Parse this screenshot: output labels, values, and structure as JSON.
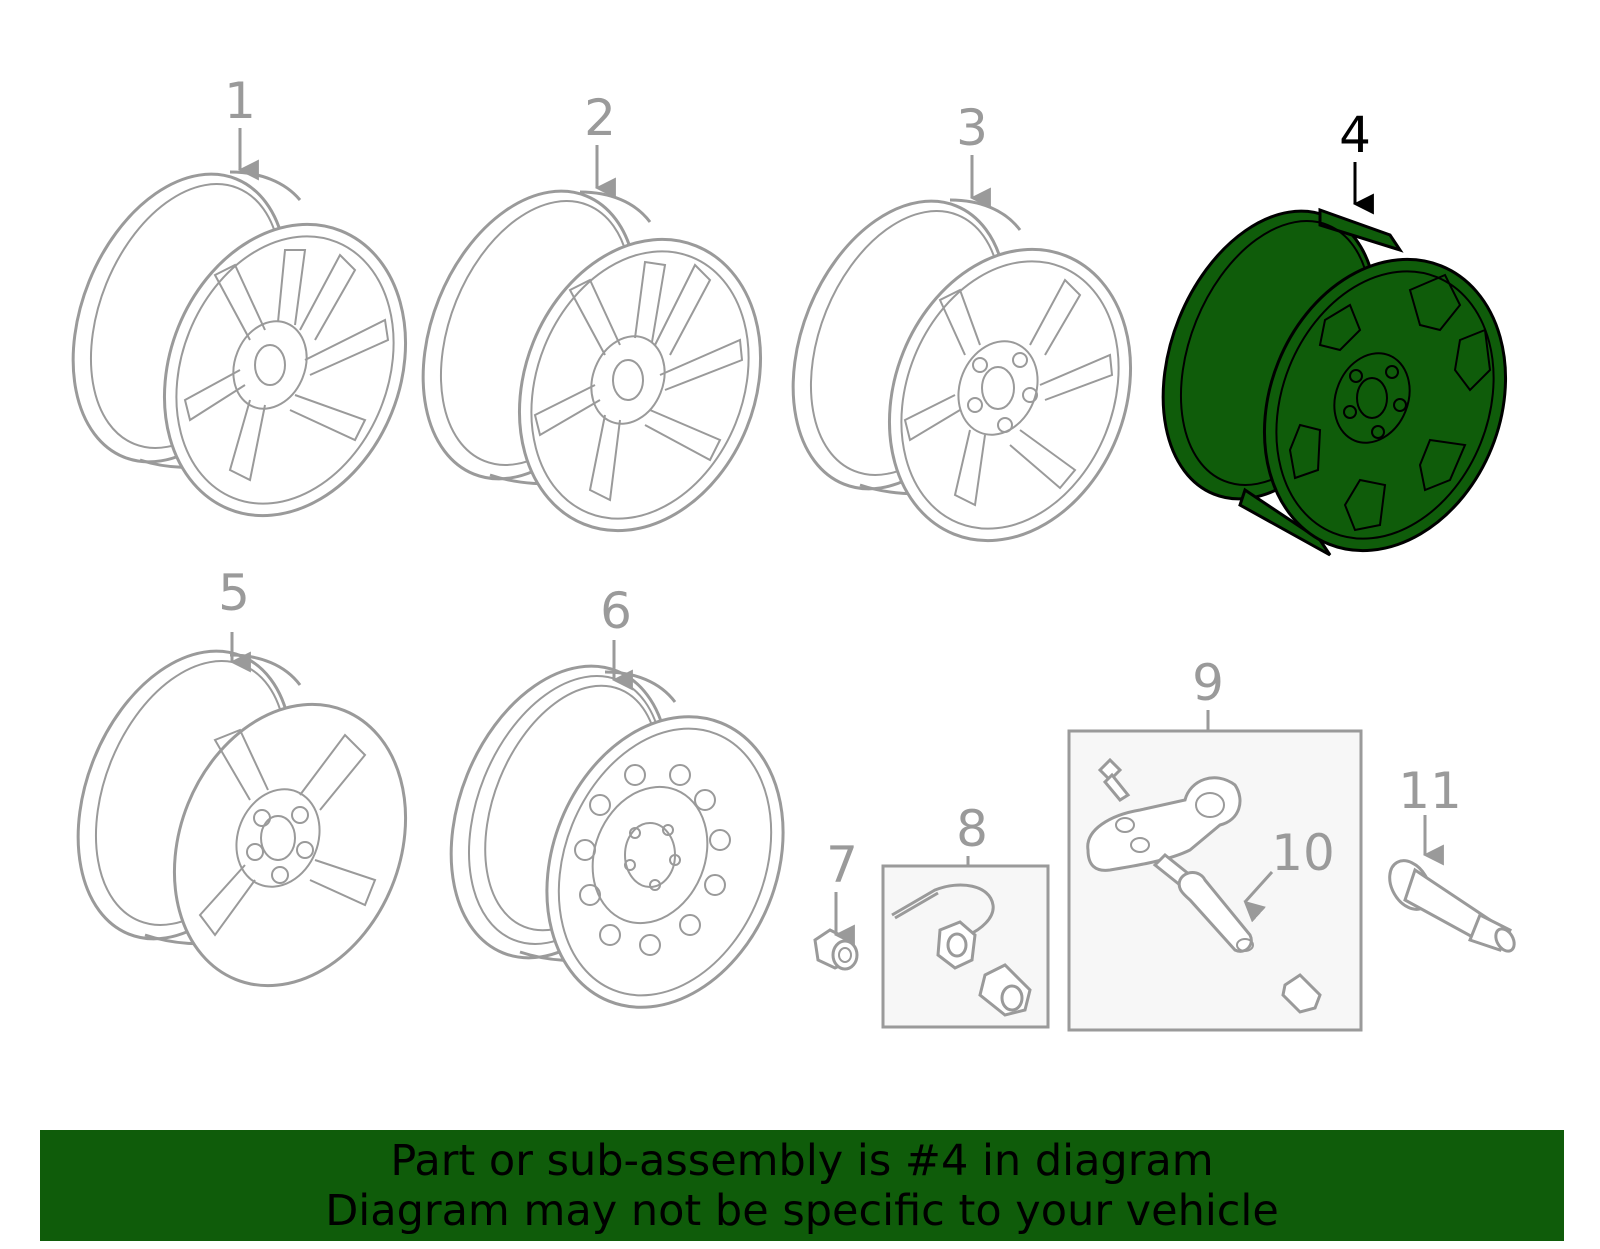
{
  "colors": {
    "line": "#9a9a9a",
    "highlight_fill": "#0f5c0a",
    "highlight_line": "#000000",
    "box_fill": "#f7f7f7",
    "banner_bg": "#0f5c0a"
  },
  "callouts": {
    "c1": "1",
    "c2": "2",
    "c3": "3",
    "c4": "4",
    "c5": "5",
    "c6": "6",
    "c7": "7",
    "c8": "8",
    "c9": "9",
    "c10": "10",
    "c11": "11"
  },
  "highlighted_part": "4",
  "banner": {
    "line1": "Part or sub-assembly is #4 in diagram",
    "line2": "Diagram may not be specific to your vehicle"
  }
}
